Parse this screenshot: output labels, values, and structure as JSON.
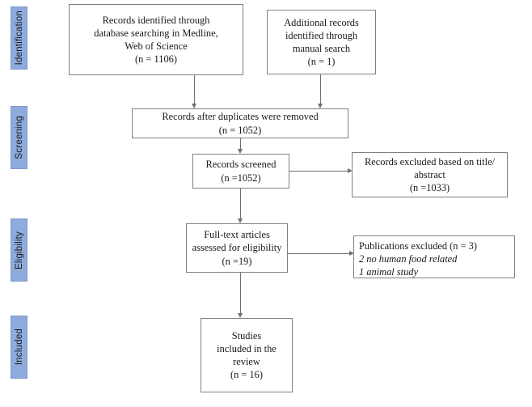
{
  "diagram": {
    "type": "prisma-flow-diagram",
    "accent_color": "#8FAADC",
    "box_border_color": "#808080",
    "connector_color": "#6F6F6F",
    "background_color": "#FFFFFF"
  },
  "phases": [
    {
      "key": "identification",
      "label": "Identification"
    },
    {
      "key": "screening",
      "label": "Screening"
    },
    {
      "key": "eligibility",
      "label": "Eligibility"
    },
    {
      "key": "included",
      "label": "Included"
    }
  ],
  "nodes": {
    "database_search": {
      "lines": [
        "Records identified through",
        "database searching in Medline,",
        "Web of Science",
        "(n = 1106)"
      ],
      "count": 1106
    },
    "manual_search": {
      "lines": [
        "Additional records",
        "identified through",
        "manual search",
        "(n = 1)"
      ],
      "count": 1
    },
    "after_duplicates": {
      "lines": [
        "Records after duplicates were removed",
        "(n = 1052)"
      ],
      "count": 1052
    },
    "records_screened": {
      "lines": [
        "Records screened",
        "(n =1052)"
      ],
      "count": 1052
    },
    "records_excluded": {
      "lines": [
        "Records excluded based on title/",
        "abstract",
        "(n =1033)"
      ],
      "count": 1033
    },
    "fulltext_assessed": {
      "lines": [
        "Full-text articles",
        "assessed for eligibility",
        "(n =19)"
      ],
      "count": 19
    },
    "publications_excluded": {
      "lines": [
        "Publications excluded (n = 3)",
        "2 no human food related",
        "1 animal study"
      ],
      "count": 3
    },
    "studies_included": {
      "lines": [
        "Studies",
        "included in the",
        "review",
        "(n = 16)"
      ],
      "count": 16
    }
  }
}
